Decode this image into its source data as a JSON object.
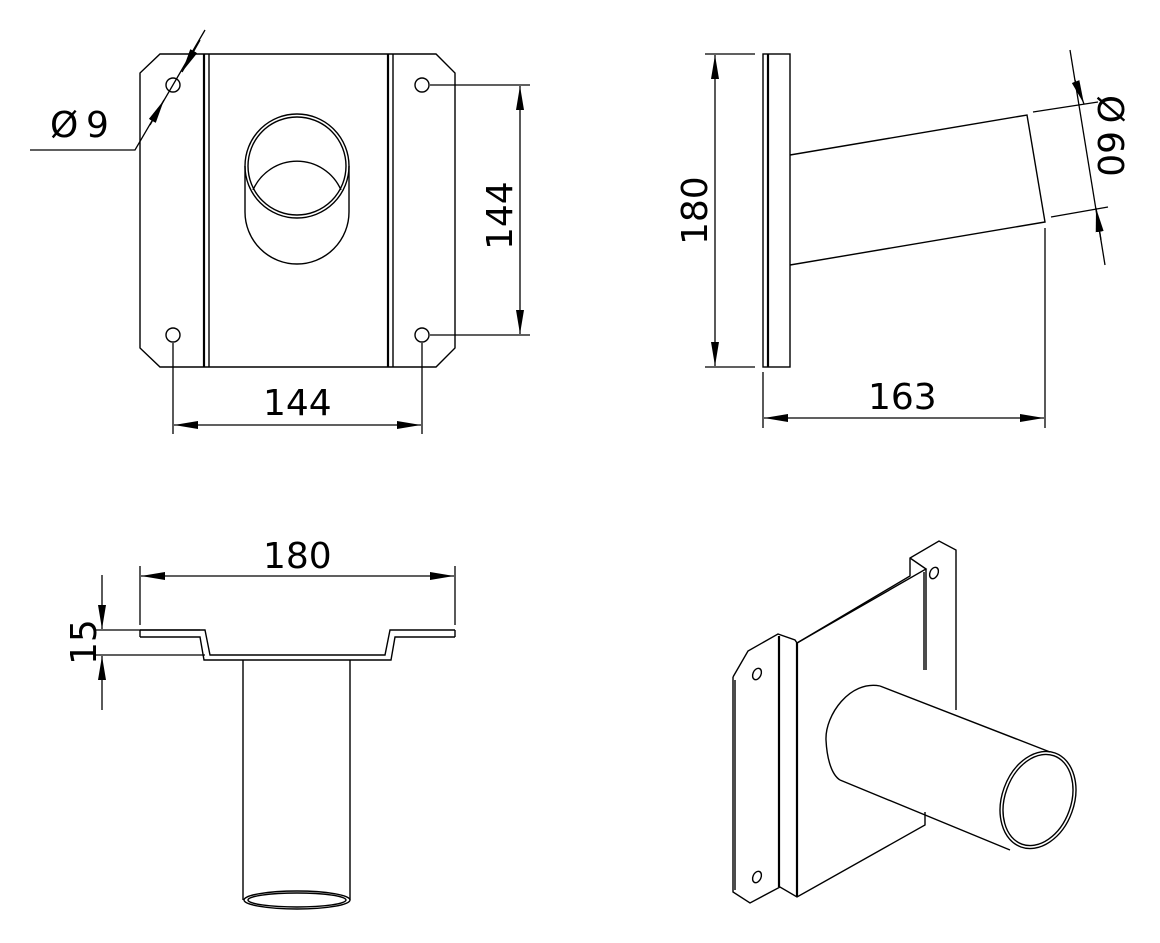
{
  "drawing": {
    "front_view": {
      "hole_diameter": "9",
      "hole_spacing_vertical": "144",
      "hole_spacing_horizontal": "144"
    },
    "side_view": {
      "plate_height": "180",
      "tube_diameter": "60",
      "projection_length": "163"
    },
    "top_view": {
      "plate_width": "180",
      "flange_offset": "15"
    },
    "diameter_symbol": "Ø",
    "line_color": "#000000"
  }
}
